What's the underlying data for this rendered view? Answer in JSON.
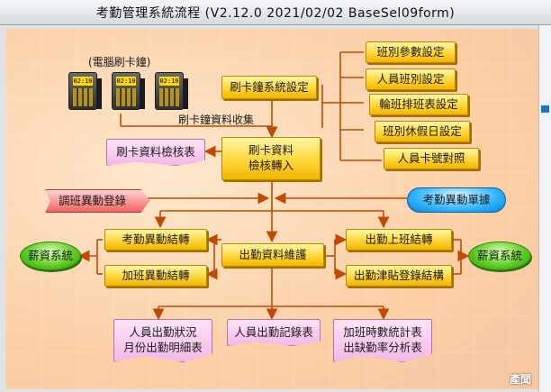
{
  "window": {
    "title": "考勤管理系統流程 (V2.12.0 2021/02/02 BaseSel09form)"
  },
  "devices": {
    "heading": "(電腦刷卡鐘)",
    "readers": [
      {
        "display": "02:10"
      },
      {
        "display": "02:10"
      },
      {
        "display": "02:10"
      }
    ],
    "collect_label": "刷卡鐘資料收集"
  },
  "nodes": {
    "clock_settings": "刷卡鐘系統設定",
    "shift_params": "班別參數設定",
    "staff_shift": "人員班別設定",
    "rotation_schedule": "輪班排班表設定",
    "shift_holiday": "班別休假日設定",
    "card_mapping": "人員卡號對照",
    "card_check_report": "刷卡資料檢核表",
    "card_process_line1": "刷卡資料",
    "card_process_line2": "檢核轉入",
    "shift_change": "調班異動登錄",
    "attendance_change_slip": "考勤異動單據",
    "attendance_change_post": "考勤異動結轉",
    "overtime_change_post": "加班異動結轉",
    "payroll_left": "薪資系統",
    "payroll_right": "薪資系統",
    "attendance_maintenance": "出勤資料維護",
    "work_attendance_post": "出勤上班結轉",
    "allowance_post": "出勤津貼登錄結構",
    "report_status_line1": "人員出勤狀況",
    "report_status_line2": "月份出勤明細表",
    "report_records": "人員出勤記錄表",
    "report_overtime_line1": "加班時數統計表",
    "report_overtime_line2": "出缺勤率分析表"
  },
  "watermark": "產聞",
  "colors": {
    "line": "#c24a00",
    "node_fill": "#ffd63a",
    "report_fill": "#f3b8e7",
    "payroll_fill": "#57c81e",
    "slip_fill": "#2fb5ff",
    "change_fill": "#f06363"
  }
}
